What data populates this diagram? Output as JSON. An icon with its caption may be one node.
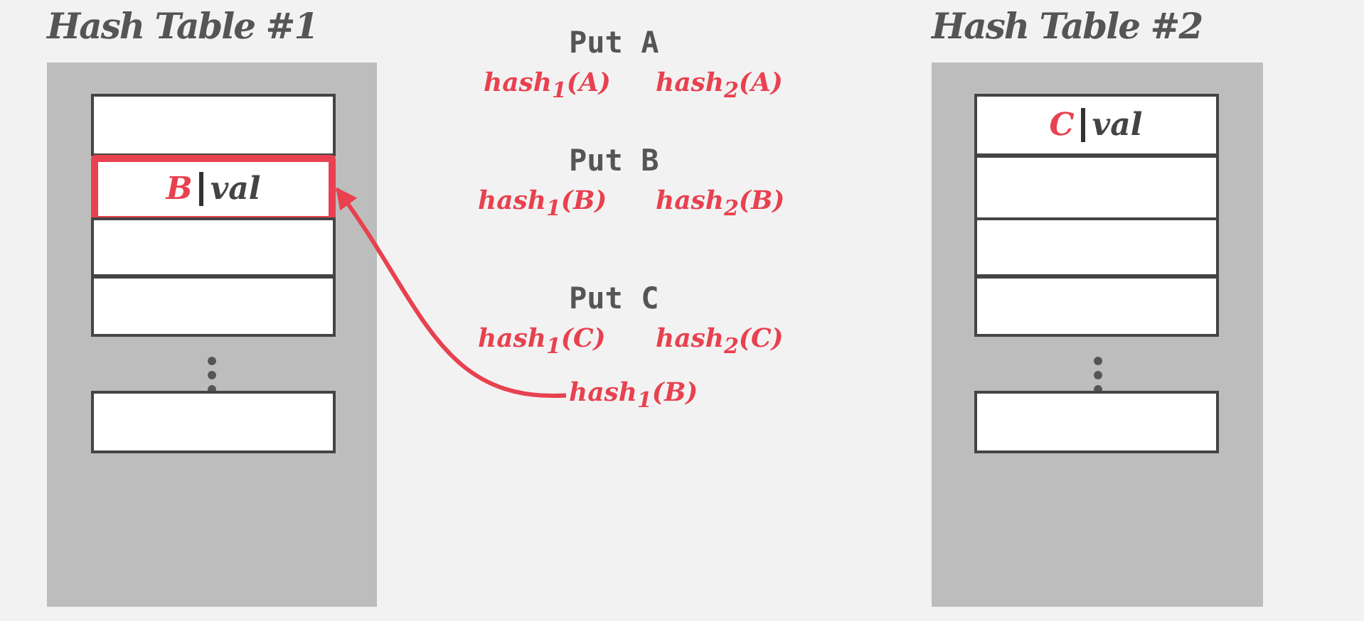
{
  "diagram": {
    "nodes": [
      {
        "text": [
          "Hash Table #1"
        ]
      },
      {
        "text": [],
        "shape": "box",
        "in": 0
      },
      {
        "text": [
          "B",
          "val"
        ],
        "in": 0
      },
      {
        "text": [],
        "shape": "box",
        "in": 0
      },
      {
        "text": [],
        "shape": "box",
        "in": 0
      },
      {
        "text": [],
        "shape": "box",
        "in": 0
      },
      {
        "text": [
          "Hash Table #2"
        ]
      },
      {
        "text": [
          "C",
          "val"
        ],
        "in": 6
      },
      {
        "text": [],
        "shape": "box",
        "in": 6
      },
      {
        "text": [],
        "shape": "box",
        "in": 6
      },
      {
        "text": [],
        "shape": "box",
        "in": 6
      },
      {
        "text": [],
        "shape": "box",
        "in": 6
      },
      {
        "text": [
          "hash$_{1}$(B)"
        ]
      }
    ],
    "edges": [
      {
        "from": 12,
        "to": 2,
        "arrow": "to",
        "color": "#e8414f"
      }
    ],
    "labels": [
      "Put A",
      "hash$_{1}$(A)",
      "hash$_{2}$(A)",
      "Put B",
      "hash$_{1}$(B)",
      "hash$_{2}$(B)",
      "Put C",
      "hash$_{1}$(C)",
      "hash$_{2}$(C)"
    ]
  }
}
